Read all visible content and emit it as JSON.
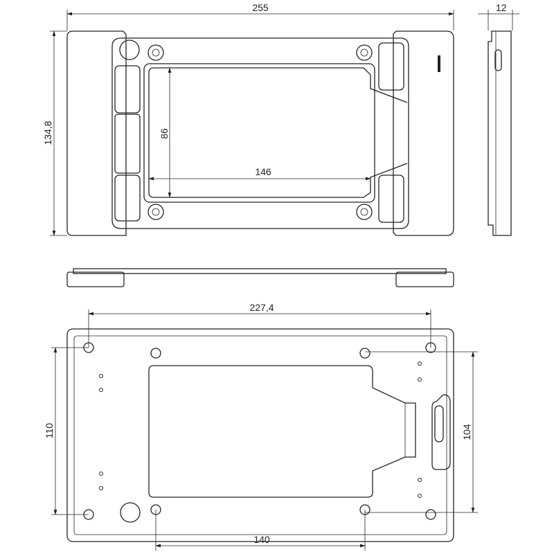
{
  "title": "Mounting frame technical drawing",
  "dimensions": {
    "overall_width": "255",
    "thickness": "12",
    "overall_height": "134,8",
    "window_height": "86",
    "window_width": "146",
    "hole_spacing_outer_x": "227,4",
    "hole_spacing_outer_y": "110",
    "hole_spacing_right_y": "104",
    "hole_spacing_inner_x": "140"
  },
  "logo": "logo mark"
}
